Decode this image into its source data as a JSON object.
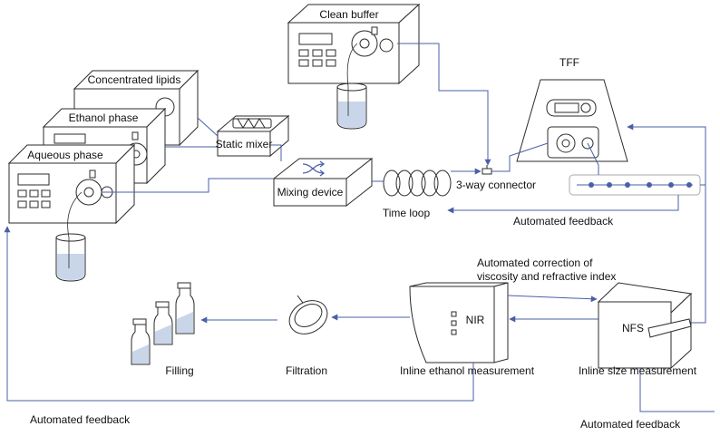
{
  "labels": {
    "clean_buffer": "Clean buffer",
    "concentrated_lipids": "Concentrated lipids",
    "ethanol_phase": "Ethanol phase",
    "aqueous_phase": "Aqueous phase",
    "static_mixer": "Static mixer",
    "mixing_device": "Mixing device",
    "time_loop": "Time loop",
    "three_way_connector": "3-way connector",
    "tff": "TFF",
    "automated_feedback_top": "Automated feedback",
    "automated_correction_line1": "Automated correction of",
    "automated_correction_line2": "viscosity and refractive index",
    "nir": "NIR",
    "nfs": "NFS",
    "filling": "Filling",
    "filtration": "Filtration",
    "inline_ethanol": "Inline ethanol measurement",
    "inline_size": "Inline size measurement",
    "automated_feedback_left": "Automated feedback",
    "automated_feedback_bottom_right": "Automated feedback"
  },
  "colors": {
    "outline": "#2b2b2b",
    "flow": "#4a5fa8",
    "liquid": "#c9d6ea",
    "box_fill": "#ffffff"
  }
}
